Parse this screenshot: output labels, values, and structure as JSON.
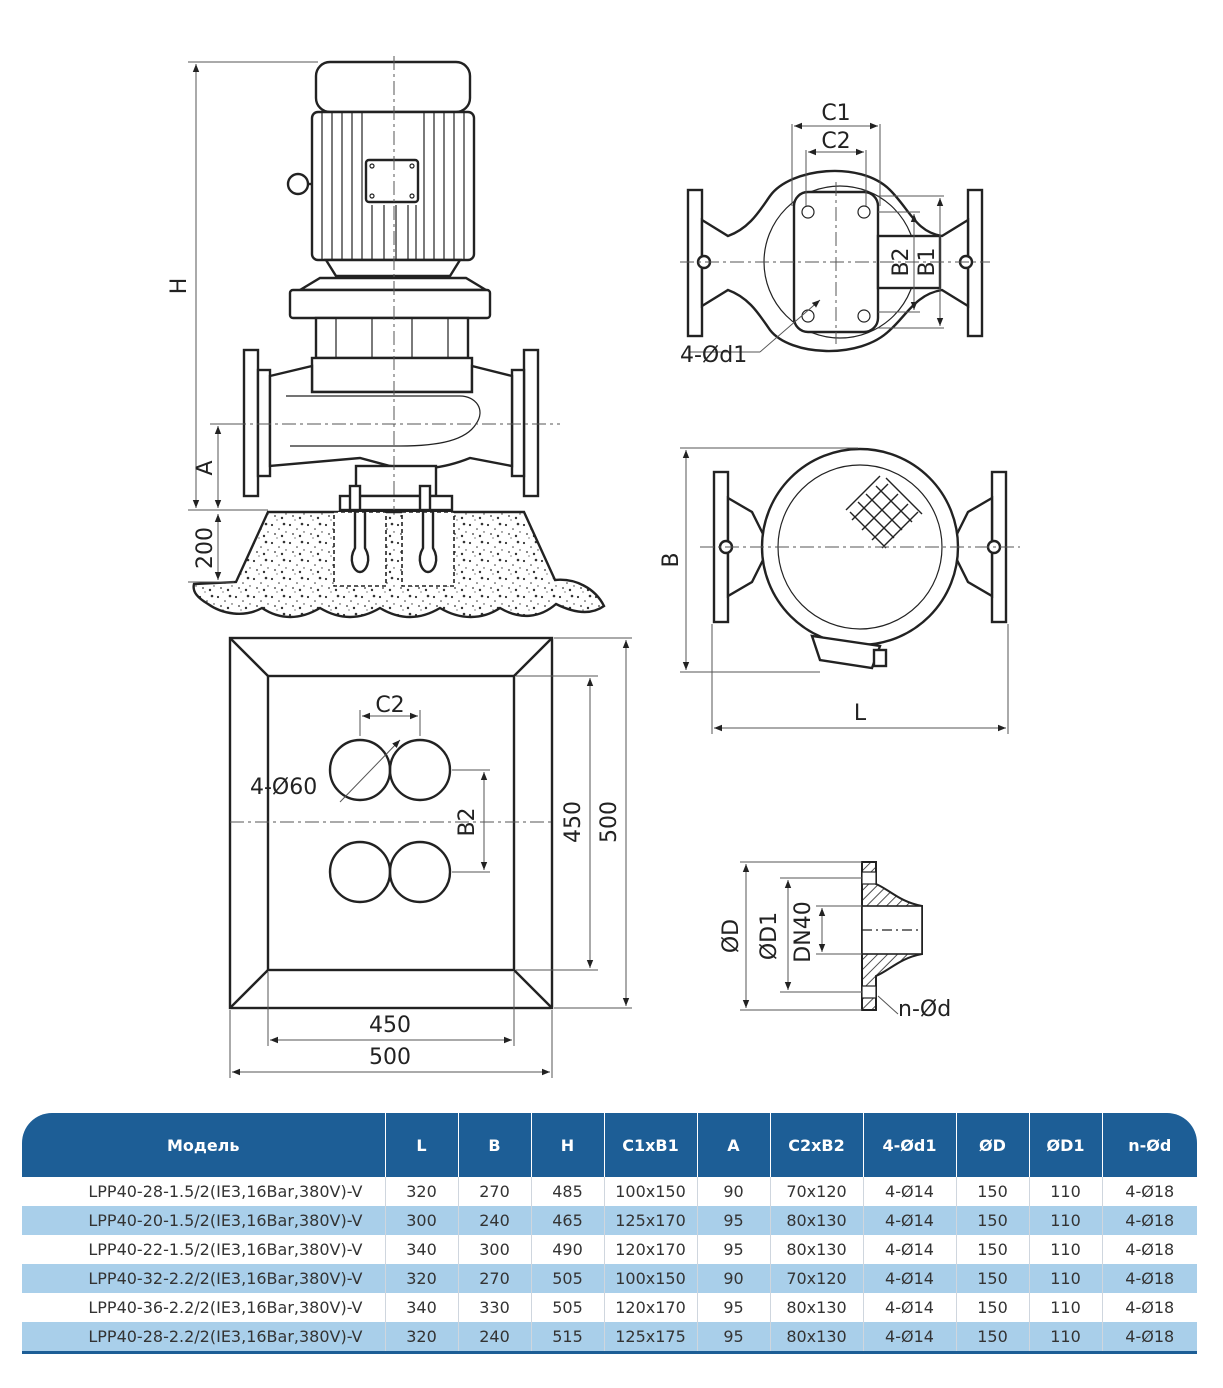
{
  "diagram": {
    "labels": {
      "H": "H",
      "A": "A",
      "foundation_height": "200",
      "C1": "C1",
      "C2_top": "C2",
      "B2_top": "B2",
      "B1_top": "B1",
      "motor_holes": "4-Ød1",
      "B_plan": "B",
      "L_plan": "L",
      "C2_base": "C2",
      "anchor_holes": "4-Ø60",
      "B2_base": "B2",
      "inner_height": "450",
      "outer_height": "500",
      "inner_width": "450",
      "outer_width": "500",
      "OD": "ØD",
      "OD1": "ØD1",
      "DN": "DN40",
      "flange_holes": "n-Ød"
    }
  },
  "table": {
    "headers": [
      "Модель",
      "L",
      "B",
      "H",
      "C1xB1",
      "A",
      "C2xB2",
      "4-Ød1",
      "ØD",
      "ØD1",
      "n-Ød"
    ],
    "rows": [
      [
        "LPP40-28-1.5/2(IE3,16Bar,380V)-V",
        "320",
        "270",
        "485",
        "100x150",
        "90",
        "70x120",
        "4-Ø14",
        "150",
        "110",
        "4-Ø18"
      ],
      [
        "LPP40-20-1.5/2(IE3,16Bar,380V)-V",
        "300",
        "240",
        "465",
        "125x170",
        "95",
        "80x130",
        "4-Ø14",
        "150",
        "110",
        "4-Ø18"
      ],
      [
        "LPP40-22-1.5/2(IE3,16Bar,380V)-V",
        "340",
        "300",
        "490",
        "120x170",
        "95",
        "80x130",
        "4-Ø14",
        "150",
        "110",
        "4-Ø18"
      ],
      [
        "LPP40-32-2.2/2(IE3,16Bar,380V)-V",
        "320",
        "270",
        "505",
        "100x150",
        "90",
        "70x120",
        "4-Ø14",
        "150",
        "110",
        "4-Ø18"
      ],
      [
        "LPP40-36-2.2/2(IE3,16Bar,380V)-V",
        "340",
        "330",
        "505",
        "120x170",
        "95",
        "80x130",
        "4-Ø14",
        "150",
        "110",
        "4-Ø18"
      ],
      [
        "LPP40-28-2.2/2(IE3,16Bar,380V)-V",
        "320",
        "240",
        "515",
        "125x175",
        "95",
        "80x130",
        "4-Ø14",
        "150",
        "110",
        "4-Ø18"
      ]
    ]
  },
  "colors": {
    "header_bg": "#1d5e96",
    "alt_row_bg": "#a9cfea",
    "line": "#222222"
  }
}
